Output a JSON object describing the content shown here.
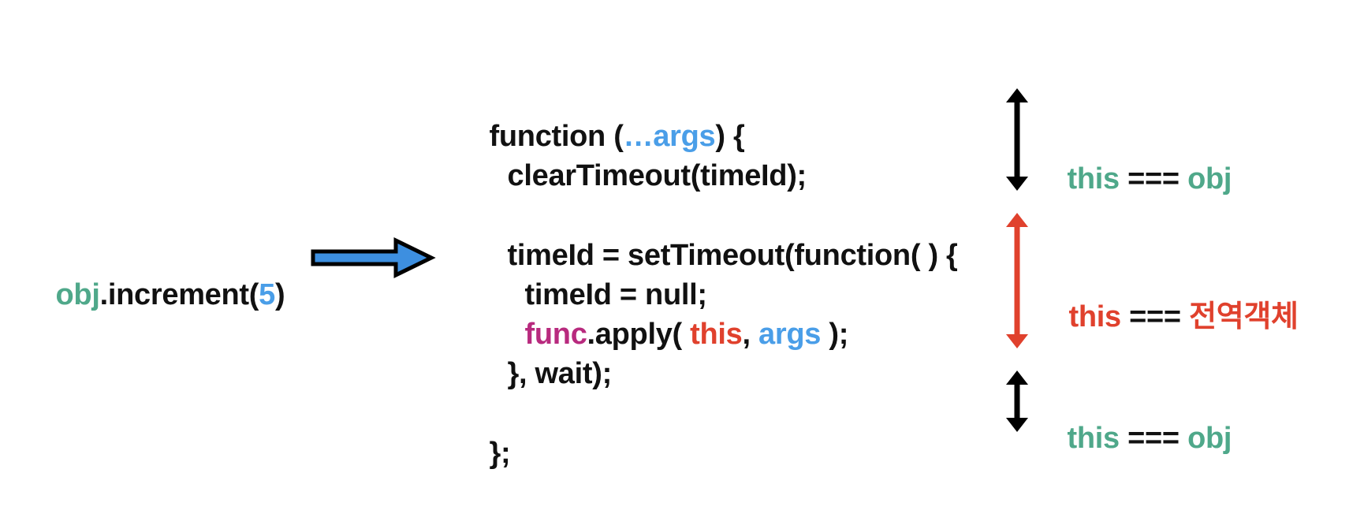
{
  "call": {
    "obj": "obj",
    "method": ".increment(",
    "arg": "5",
    "close": ")"
  },
  "code": {
    "line1": {
      "a": "function (",
      "b": "…args",
      "c": ") {"
    },
    "line2": {
      "a": "clearTimeout(timeId);"
    },
    "line3": {
      "a": "timeId = setTimeout(function( ) {"
    },
    "line4": {
      "a": "timeId = null;"
    },
    "line5": {
      "a": "func",
      "b": ".apply( ",
      "c": "this",
      "d": ", ",
      "e": "args",
      "f": " );"
    },
    "line6": {
      "a": "}, wait);"
    },
    "line7": {
      "a": "};"
    }
  },
  "labels": {
    "top": {
      "left": "this",
      "op": " === ",
      "right": "obj"
    },
    "middle": {
      "left": "this",
      "op": " === ",
      "right": "전역객체"
    },
    "bottom": {
      "left": "this",
      "op": " === ",
      "right": "obj"
    }
  },
  "colors": {
    "green": "#4fa88a",
    "blue": "#4a9ee8",
    "red": "#e0412d",
    "magenta": "#b82a7e",
    "arrow_fill": "#3d8fe0"
  }
}
